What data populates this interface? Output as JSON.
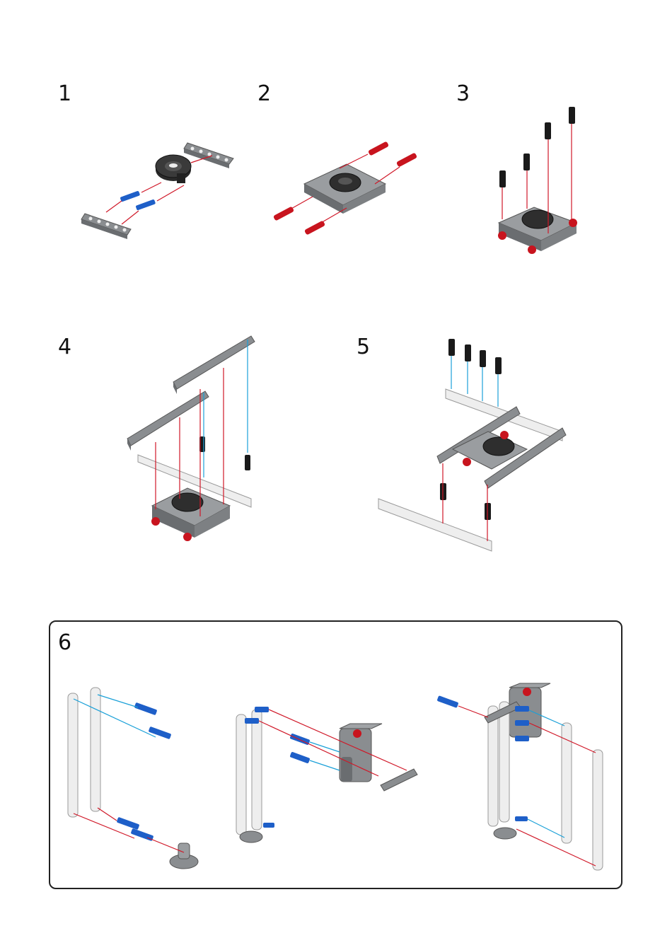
{
  "steps": [
    {
      "number": "1"
    },
    {
      "number": "2"
    },
    {
      "number": "3"
    },
    {
      "number": "4"
    },
    {
      "number": "5"
    },
    {
      "number": "6"
    }
  ],
  "colors": {
    "beam_dark": "#7a7d80",
    "beam_light": "#e8e8e8",
    "pin_red": "#c8141e",
    "pin_blue": "#1e5fc8",
    "pin_black": "#1a1a1a",
    "gear": "#2a2a2a",
    "arrow_red": "#d01828",
    "arrow_blue": "#1aa0d8"
  }
}
